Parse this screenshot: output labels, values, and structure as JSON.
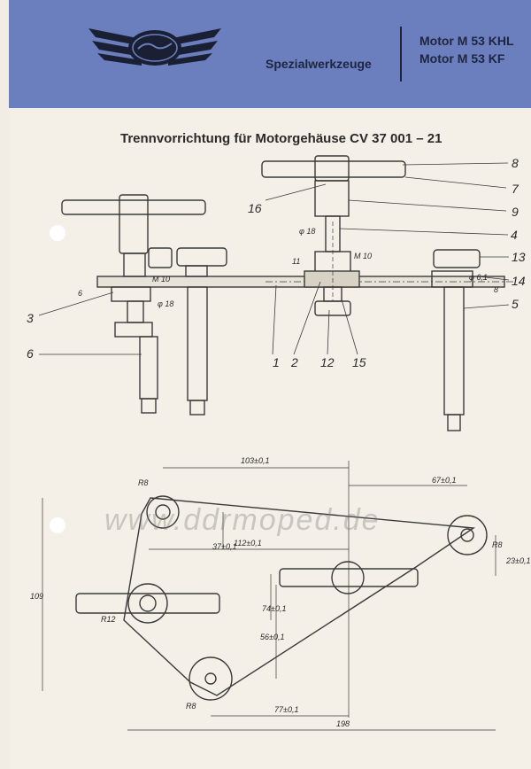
{
  "header": {
    "category": "Spezialwerkzeuge",
    "models": [
      "Motor M 53 KHL",
      "Motor M 53 KF"
    ]
  },
  "title": "Trennvorrichtung für Motorgehäuse CV 37 001 – 21",
  "watermark": "www.ddrmoped.de",
  "callouts": [
    "1",
    "2",
    "3",
    "4",
    "5",
    "6",
    "7",
    "8",
    "9",
    "12",
    "13",
    "14",
    "15",
    "16"
  ],
  "side_view_labels": [
    "M 10",
    "M 10",
    "φ 18",
    "φ 18",
    "11",
    "6",
    "φ 6,1",
    "8"
  ],
  "dimensions": [
    "103±0,1",
    "67±0,1",
    "37±0,1",
    "112±0,1",
    "74±0,1",
    "56±0,1",
    "77±0,1",
    "198",
    "109",
    "23±0,1",
    "R8",
    "R8",
    "R8",
    "R12"
  ]
}
